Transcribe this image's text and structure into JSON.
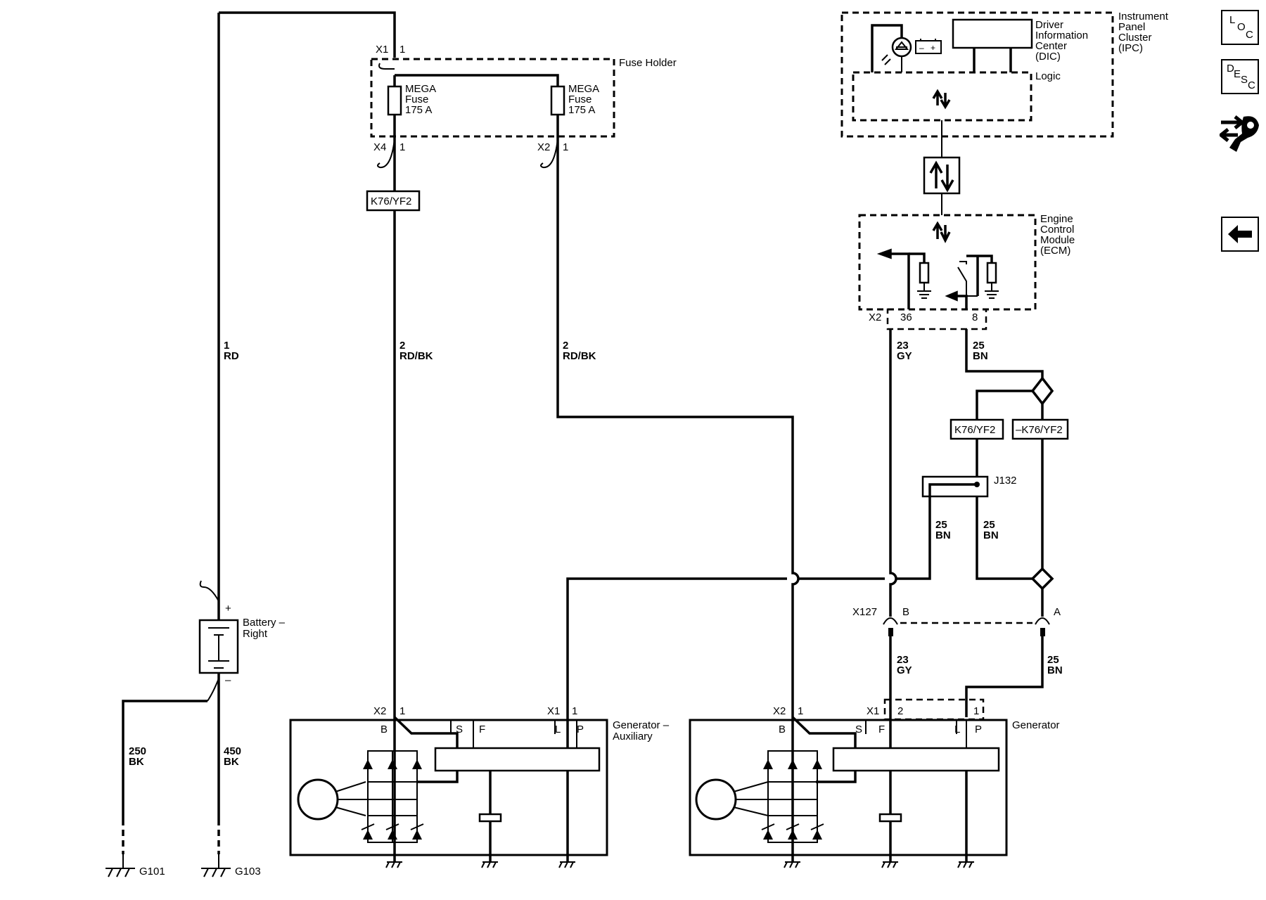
{
  "nav": {
    "location": [
      "L",
      "O",
      "C"
    ],
    "description": [
      "D",
      "E",
      "S",
      "C"
    ],
    "tools_icon": "wrench-tool-icon",
    "back_icon": "back-arrow-icon"
  },
  "modules": {
    "fuse_holder": "Fuse Holder",
    "ipc": [
      "Instrument",
      "Panel",
      "Cluster",
      "(IPC)"
    ],
    "dic": [
      "Driver",
      "Information",
      "Center",
      "(DIC)"
    ],
    "logic": "Logic",
    "ecm": [
      "Engine",
      "Control",
      "Module",
      "(ECM)"
    ],
    "battery": [
      "Battery –",
      "Right"
    ],
    "generator_aux": [
      "Generator –",
      "Auxiliary"
    ],
    "generator": "Generator"
  },
  "fuses": [
    {
      "lines": [
        "MEGA",
        "Fuse",
        "175 A"
      ]
    },
    {
      "lines": [
        "MEGA",
        "Fuse",
        "175 A"
      ]
    }
  ],
  "options": {
    "k76_a": "K76/YF2",
    "k76_b": "K76/YF2",
    "not_k76": "–K76/YF2"
  },
  "splice": "J132",
  "connectors": {
    "fuse_x1": "X1",
    "fuse_x1_pin": "1",
    "fuse_x4": "X4",
    "fuse_x4_pin": "1",
    "fuse_x2": "X2",
    "fuse_x2_pin": "1",
    "ecm_x2": "X2",
    "ecm_pin_a": "36",
    "ecm_pin_b": "8",
    "x127": "X127",
    "x127_b": "B",
    "x127_a": "A",
    "aux_x2": "X2",
    "aux_x2_pin": "1",
    "aux_x1": "X1",
    "aux_x1_pin": "1",
    "gen_x2": "X2",
    "gen_x2_pin": "1",
    "gen_x1": "X1",
    "gen_x1_pin_a": "2",
    "gen_x1_pin_b": "1"
  },
  "terminals": {
    "aux": {
      "b": "B",
      "s": "S",
      "f": "F",
      "l": "L",
      "p": "P"
    },
    "gen": {
      "b": "B",
      "s": "S",
      "f": "F",
      "l": "L",
      "p": "P"
    }
  },
  "battery_polarity": {
    "plus": "+",
    "minus": "–"
  },
  "wires": {
    "w1": [
      "1",
      "RD"
    ],
    "w2a": [
      "2",
      "RD/BK"
    ],
    "w2b": [
      "2",
      "RD/BK"
    ],
    "w23a": [
      "23",
      "GY"
    ],
    "w25a": [
      "25",
      "BN"
    ],
    "w25b": [
      "25",
      "BN"
    ],
    "w25c": [
      "25",
      "BN"
    ],
    "w23b": [
      "23",
      "GY"
    ],
    "w25d": [
      "25",
      "BN"
    ],
    "w250": [
      "250",
      "BK"
    ],
    "w450": [
      "450",
      "BK"
    ]
  },
  "grounds": {
    "g101": "G101",
    "g103": "G103"
  }
}
